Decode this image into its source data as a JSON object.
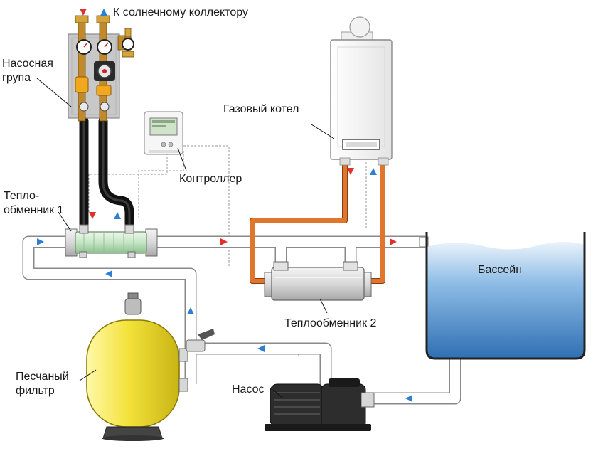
{
  "labels": {
    "solar_collector": "К солнечному коллектору",
    "pump_group_line1": "Насосная",
    "pump_group_line2": "група",
    "gas_boiler": "Газовый котел",
    "controller": "Контроллер",
    "heat_exchanger_1_line1": "Тепло-",
    "heat_exchanger_1_line2": "обменник 1",
    "heat_exchanger_2": "Теплообменник 2",
    "pool": "Бассейн",
    "sand_filter_line1": "Песчаный",
    "sand_filter_line2": "фильтр",
    "pump": "Насос"
  },
  "colors": {
    "hot_arrow": "#e0312a",
    "cold_arrow": "#2f7fd0",
    "orange_pipe": "#e0752c",
    "black_hose": "#1c1c1c",
    "pipe_outline": "#8a8a8a",
    "filter_yellow": "#f3e23a",
    "pool_water": "#3f7fc0"
  }
}
